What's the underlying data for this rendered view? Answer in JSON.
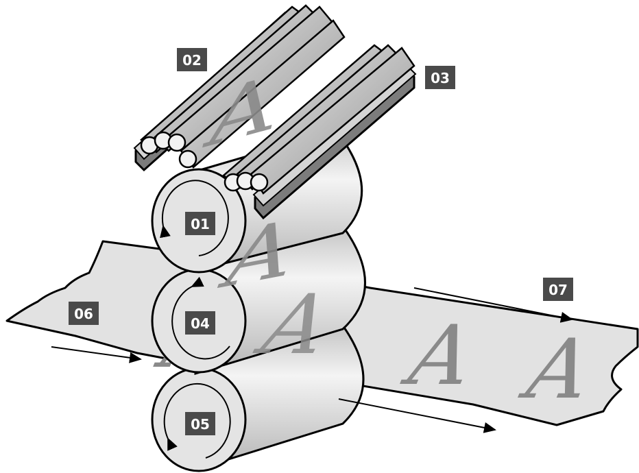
{
  "labels": {
    "plate_cylinder": "01",
    "inking_rollers": "02",
    "dampening_rollers": "03",
    "blanket_cylinder": "04",
    "impression_cylinder": "05",
    "paper_in": "06",
    "paper_out": "07"
  },
  "glyphs": {
    "plate_image": "A",
    "blanket_image": "A",
    "print_1": "A",
    "print_2": "A",
    "print_3": "A"
  },
  "icons": {
    "rotation": "curved-arrow-icon",
    "direction": "straight-arrow-icon"
  },
  "colors": {
    "outline": "#000000",
    "metal": "#d6d6d6",
    "paper": "#e2e2e2",
    "label_box": "#4a4a4a",
    "glyph": "#8a8a8a"
  }
}
